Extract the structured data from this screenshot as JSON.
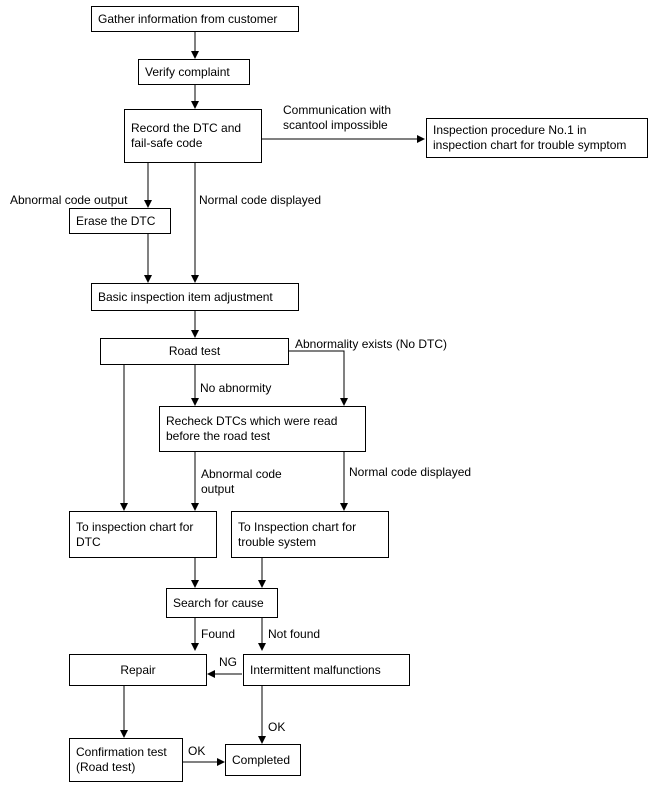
{
  "boxes": {
    "gather": "Gather information from customer",
    "verify": "Verify complaint",
    "record": "Record the DTC and\nfail-safe code",
    "inspection_no1": "Inspection procedure No.1 in\ninspection chart for trouble symptom",
    "erase": "Erase the DTC",
    "basic": "Basic inspection item adjustment",
    "road_test": "Road test",
    "recheck": "Recheck DTCs which were read\nbefore the road test",
    "chart_dtc": "To inspection chart for\nDTC",
    "chart_trouble": "To Inspection chart for\ntrouble system",
    "search": "Search for cause",
    "repair": "Repair",
    "intermittent": "Intermittent malfunctions",
    "confirmation": "Confirmation test\n(Road test)",
    "completed": "Completed"
  },
  "labels": {
    "comm_impossible": "Communication with\nscantool impossible",
    "abnormal_output": "Abnormal code output",
    "normal_displayed_1": "Normal code displayed",
    "abnormality_exists": "Abnormality exists (No DTC)",
    "no_abnormity": "No abnormity",
    "abnormal_output_2": "Abnormal code\noutput",
    "normal_displayed_2": "Normal code displayed",
    "found": "Found",
    "not_found": "Not found",
    "ng": "NG",
    "ok_1": "OK",
    "ok_2": "OK"
  }
}
